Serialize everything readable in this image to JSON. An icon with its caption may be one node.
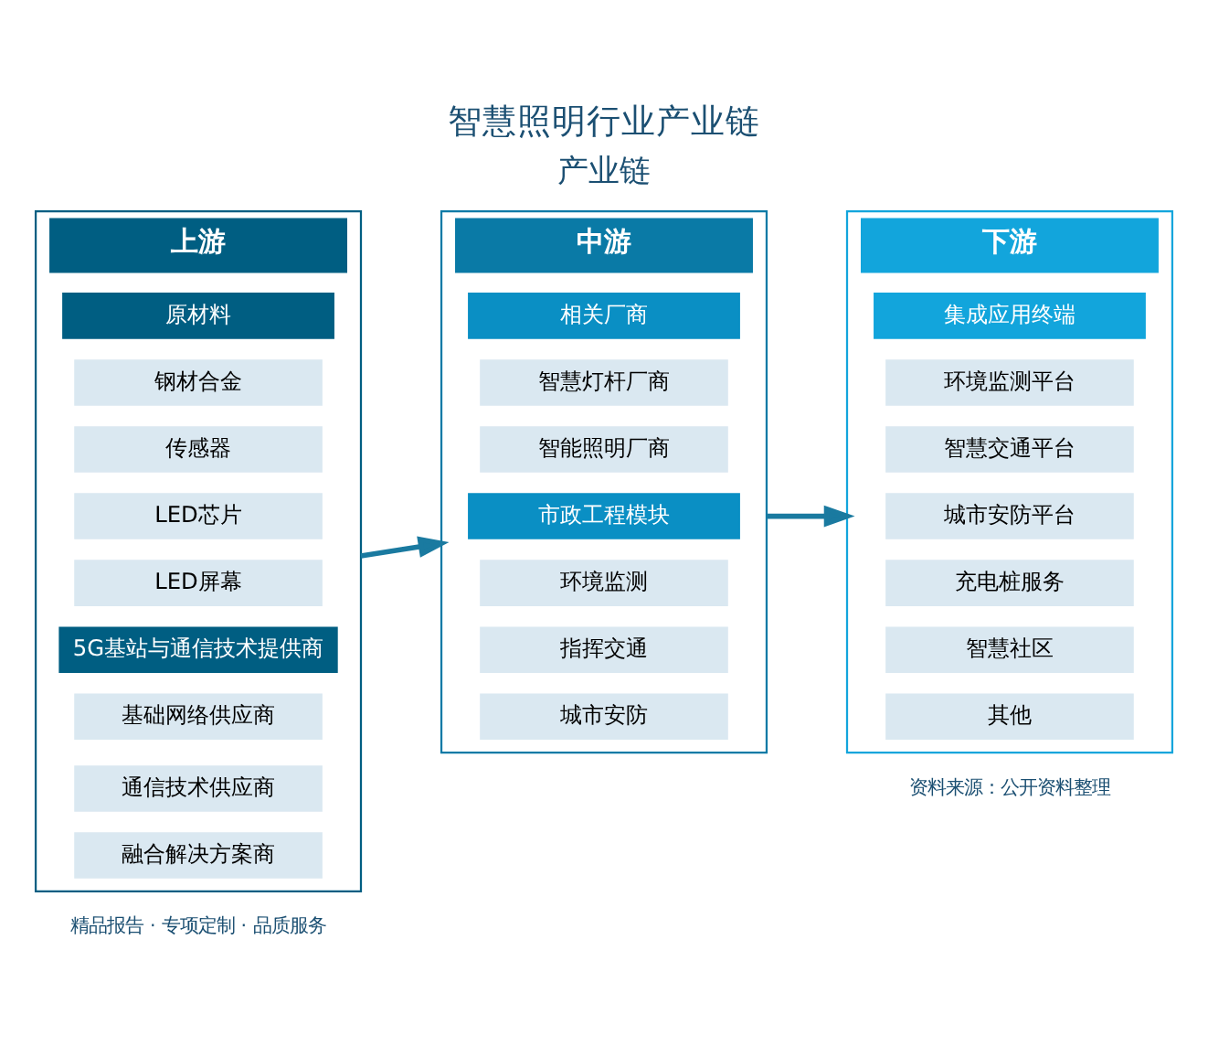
{
  "diagram": {
    "title": "智慧照明行业产业链",
    "nodes": [
      {
        "text": [
          "上游"
        ]
      },
      {
        "text": [
          "原材料"
        ],
        "in": 0
      },
      {
        "text": [
          "钢材合金"
        ],
        "in": 0
      },
      {
        "text": [
          "传感器"
        ],
        "in": 0
      },
      {
        "text": [
          "LED芯片"
        ],
        "in": 0
      },
      {
        "text": [
          "LED屏幕"
        ],
        "in": 0
      },
      {
        "text": [
          "5G基站与通信技术提供商"
        ],
        "in": 0
      },
      {
        "text": [
          "基础网络供应商"
        ],
        "in": 0
      },
      {
        "text": [
          "通信技术供应商"
        ],
        "in": 0
      },
      {
        "text": [
          "融合解决方案商"
        ],
        "in": 0
      },
      {
        "text": [
          "中游"
        ]
      },
      {
        "text": [
          "相关厂商"
        ],
        "in": 10
      },
      {
        "text": [
          "智慧灯杆厂商"
        ],
        "in": 10
      },
      {
        "text": [
          "智能照明厂商"
        ],
        "in": 10
      },
      {
        "text": [
          "市政工程模块"
        ],
        "in": 10
      },
      {
        "text": [
          "环境监测"
        ],
        "in": 10
      },
      {
        "text": [
          "指挥交通"
        ],
        "in": 10
      },
      {
        "text": [
          "城市安防"
        ],
        "in": 10
      },
      {
        "text": [
          "下游"
        ]
      },
      {
        "text": [
          "集成应用终端"
        ],
        "in": 18
      },
      {
        "text": [
          "环境监测平台"
        ],
        "in": 18
      },
      {
        "text": [
          "智慧交通平台"
        ],
        "in": 18
      },
      {
        "text": [
          "城市安防平台"
        ],
        "in": 18
      },
      {
        "text": [
          "充电桩服务"
        ],
        "in": 18
      },
      {
        "text": [
          "智慧社区"
        ],
        "in": 18
      },
      {
        "text": [
          "其他"
        ],
        "in": 18
      }
    ],
    "edges": [
      {
        "from": 0,
        "to": 10,
        "arrow": "to"
      },
      {
        "from": 10,
        "to": 18,
        "arrow": "to"
      }
    ],
    "labels": [
      "产业链",
      "精品报告 · 专项定制 · 品质服务",
      "资料来源：公开资料整理"
    ]
  }
}
